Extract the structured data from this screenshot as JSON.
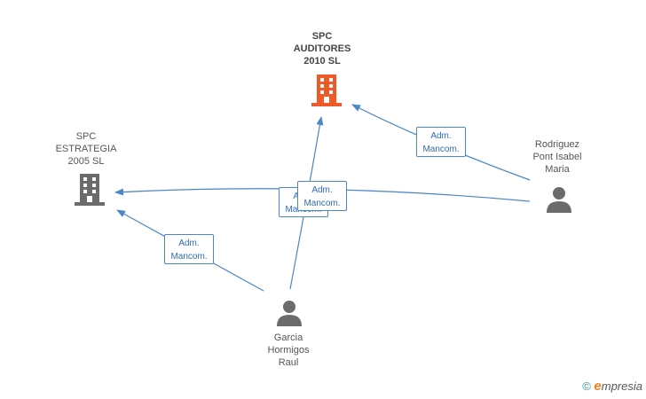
{
  "nodes": {
    "spc_auditores": {
      "lines": [
        "SPC",
        "AUDITORES",
        "2010 SL"
      ],
      "color": "#f05a28"
    },
    "spc_estrategia": {
      "lines": [
        "SPC",
        "ESTRATEGIA",
        "2005 SL"
      ],
      "color": "#6b6b6b"
    },
    "rodriguez": {
      "lines": [
        "Rodriguez",
        "Pont Isabel",
        "Maria"
      ]
    },
    "garcia": {
      "lines": [
        "Garcia",
        "Hormigos",
        "Raul"
      ]
    }
  },
  "relation": {
    "line1": "Adm.",
    "line2": "Mancom."
  },
  "colors": {
    "edge": "#4a86c8",
    "person": "#6b6b6b"
  },
  "footer": {
    "copyright": "©",
    "brand_e": "e",
    "brand_rest": "mpresia"
  }
}
